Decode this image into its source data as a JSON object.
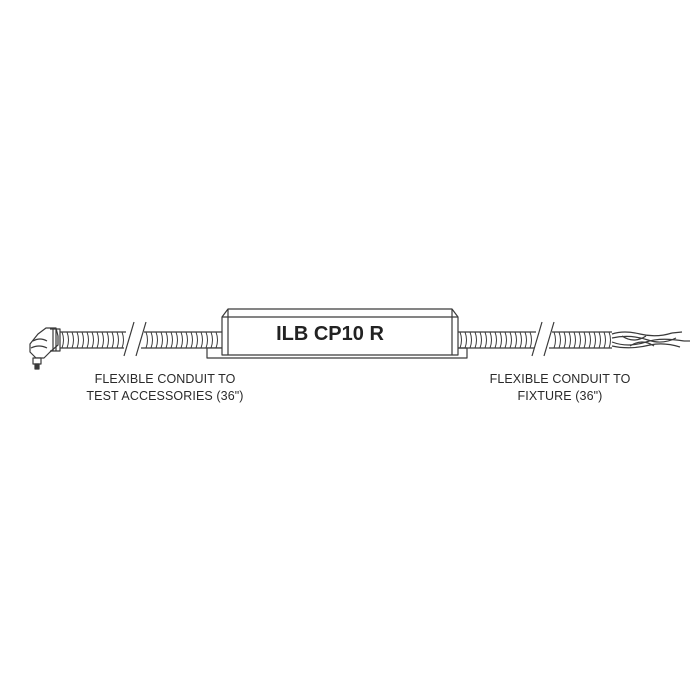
{
  "product": {
    "model_label": "ILB CP10 R"
  },
  "left_conduit": {
    "caption_line1": "FLEXIBLE CONDUIT TO",
    "caption_line2": "TEST ACCESSORIES (36\")"
  },
  "right_conduit": {
    "caption_line1": "FLEXIBLE CONDUIT TO",
    "caption_line2": "FIXTURE (36\")"
  },
  "colors": {
    "line": "#3a3a3a",
    "background": "#ffffff"
  }
}
